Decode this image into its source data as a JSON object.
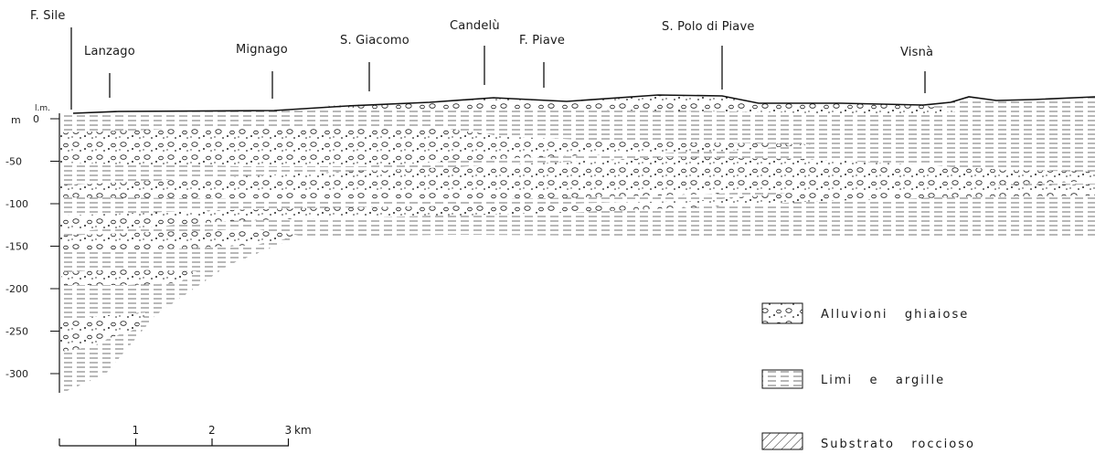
{
  "section": {
    "localities": [
      {
        "name": "F. Sile"
      },
      {
        "name": "Lanzago"
      },
      {
        "name": "Mignago"
      },
      {
        "name": "S. Giacomo"
      },
      {
        "name": "Candelù"
      },
      {
        "name": "F. Piave"
      },
      {
        "name": "S. Polo di Piave"
      },
      {
        "name": "Visnà"
      }
    ],
    "depth_axis": {
      "datum_label": "l.m.",
      "unit_label": "m",
      "ticks": [
        "0",
        "-50",
        "-100",
        "-150",
        "-200",
        "-250",
        "-300"
      ]
    },
    "scale_bar": {
      "ticks": [
        "1",
        "2",
        "3"
      ],
      "unit": "km"
    }
  },
  "legend": {
    "items": [
      {
        "label": "Alluvioni   ghiaiose",
        "pattern": "gravel"
      },
      {
        "label": "Limi   e   argille",
        "pattern": "silt-clay"
      },
      {
        "label": "Substrato   roccioso",
        "pattern": "bedrock"
      }
    ]
  },
  "colors": {
    "ink": "#1a1a1a",
    "paper": "#ffffff"
  }
}
